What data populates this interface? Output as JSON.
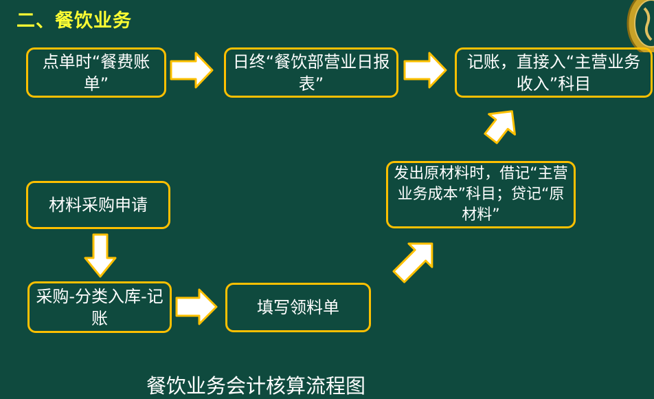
{
  "header": {
    "title": "二、餐饮业务"
  },
  "flow": {
    "node_order_ticket": "点单时“餐费账单”",
    "node_daily_report": "日终“餐饮部营业日报表”",
    "node_record_revenue": "记账，直接入“主营业务收入”科目",
    "node_purchase_request": "材料采购申请",
    "node_purchase_store": "采购-分类入库-记账",
    "node_requisition": "填写领料单",
    "node_issue_materials": "发出原材料时，借记“主营业务成本”科目；贷记“原材料”"
  },
  "caption": "餐饮业务会计核算流程图",
  "colors": {
    "background": "#0f4a3e",
    "title": "#ffff33",
    "box_border": "#ffc000",
    "arrow_fill": "#ffffff",
    "arrow_stroke": "#ffc000",
    "text": "#ffffff"
  },
  "icons": {
    "logo": "seal-logo-icon"
  }
}
